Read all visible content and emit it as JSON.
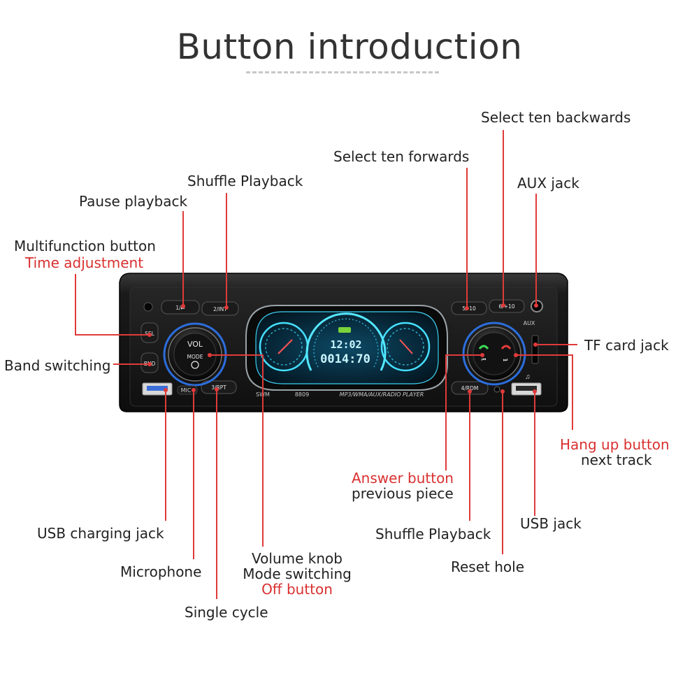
{
  "title": "Button introduction",
  "device": {
    "buttons": {
      "b1": "1/⏯",
      "b2": "2/INT",
      "b3": "3/RPT",
      "b4": "4/RDM",
      "b5": "5/-10",
      "b6": "6/+10",
      "sel": "SEL",
      "band": "BND",
      "mic": "MIC"
    },
    "knob_left": {
      "label": "VOL",
      "sub": "MODE"
    },
    "brand": "SWM",
    "model": "8809",
    "player_text": "MP3/WMA/AUX/RADIO PLAYER",
    "aux_text": "AUX",
    "display": {
      "time": "12:02",
      "freq": "0014:70"
    }
  },
  "labels": {
    "select_ten_backwards": "Select ten backwards",
    "select_ten_forwards": "Select ten forwards",
    "shuffle_top": "Shuffle Playback",
    "aux_jack": "AUX jack",
    "pause": "Pause playback",
    "multifunction": "Multifunction button",
    "time_adjust": "Time adjustment",
    "band_switching": "Band switching",
    "tf_card": "TF card jack",
    "hang_up": "Hang up button",
    "next_track": "next track",
    "answer": "Answer button",
    "previous_piece": "previous piece",
    "usb_charging": "USB charging jack",
    "usb_jack": "USB jack",
    "shuffle_bottom": "Shuffle Playback",
    "microphone": "Microphone",
    "reset_hole": "Reset hole",
    "volume_knob": "Volume knob",
    "mode_switching": "Mode switching",
    "off_button": "Off button",
    "single_cycle": "Single cycle"
  },
  "colors": {
    "accent_red": "#d93030",
    "panel_black": "#141414",
    "knob_blue": "#2f7cff",
    "lcd_cyan": "#4fe3ff"
  }
}
